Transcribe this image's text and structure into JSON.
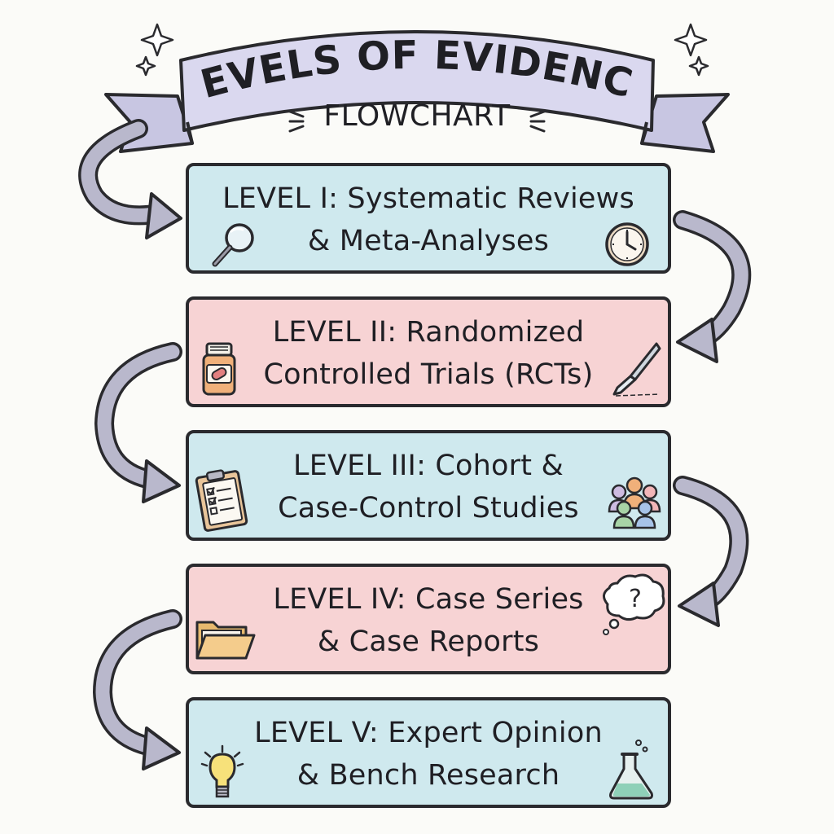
{
  "header": {
    "title": "LEVELS OF EVIDENCE",
    "subtitle": "FLOWCHART"
  },
  "colors": {
    "outline": "#2a2a2e",
    "blue_box": "#cfe9ee",
    "pink_box": "#f7d3d4",
    "banner": "#d9d7ee",
    "arrow_fill": "#b9b8cc"
  },
  "levels": [
    {
      "line1": "LEVEL I: Systematic Reviews",
      "line2": "& Meta-Analyses",
      "color": "blue",
      "left_icon": "magnifier-icon",
      "right_icon": "clock-icon"
    },
    {
      "line1": "LEVEL II: Randomized",
      "line2": "Controlled Trials (RCTs)",
      "color": "pink",
      "left_icon": "pill-bottle-icon",
      "right_icon": "scalpel-icon"
    },
    {
      "line1": "LEVEL III: Cohort &",
      "line2": "Case-Control Studies",
      "color": "blue",
      "left_icon": "clipboard-icon",
      "right_icon": "people-group-icon"
    },
    {
      "line1": "LEVEL IV: Case Series",
      "line2": "& Case Reports",
      "color": "pink",
      "left_icon": "folder-icon",
      "right_icon": "question-bubble-icon"
    },
    {
      "line1": "LEVEL V: Expert Opinion",
      "line2": "& Bench Research",
      "color": "blue",
      "left_icon": "lightbulb-icon",
      "right_icon": "flask-icon"
    }
  ]
}
